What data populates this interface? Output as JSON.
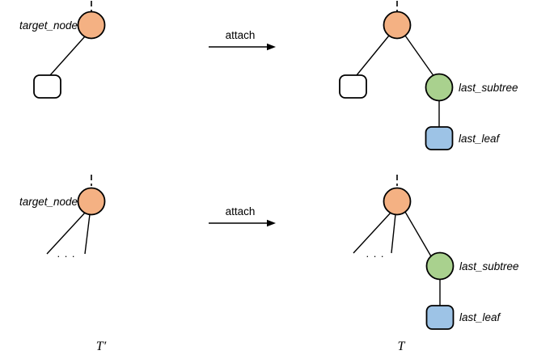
{
  "diagram": {
    "description": "Tree attach operation diagram, before and after, two cases",
    "colors": {
      "node_orange": "#F4B183",
      "node_green": "#A9D18E",
      "node_blue": "#9DC3E6",
      "node_white": "#FFFFFF",
      "stroke": "#000000",
      "background": "#FFFFFF"
    },
    "labels": {
      "target_node": "target_node",
      "attach": "attach",
      "last_subtree": "last_subtree",
      "last_leaf": "last_leaf",
      "ellipsis": ". . .",
      "caption_before": "T′",
      "caption_after": "T"
    }
  }
}
